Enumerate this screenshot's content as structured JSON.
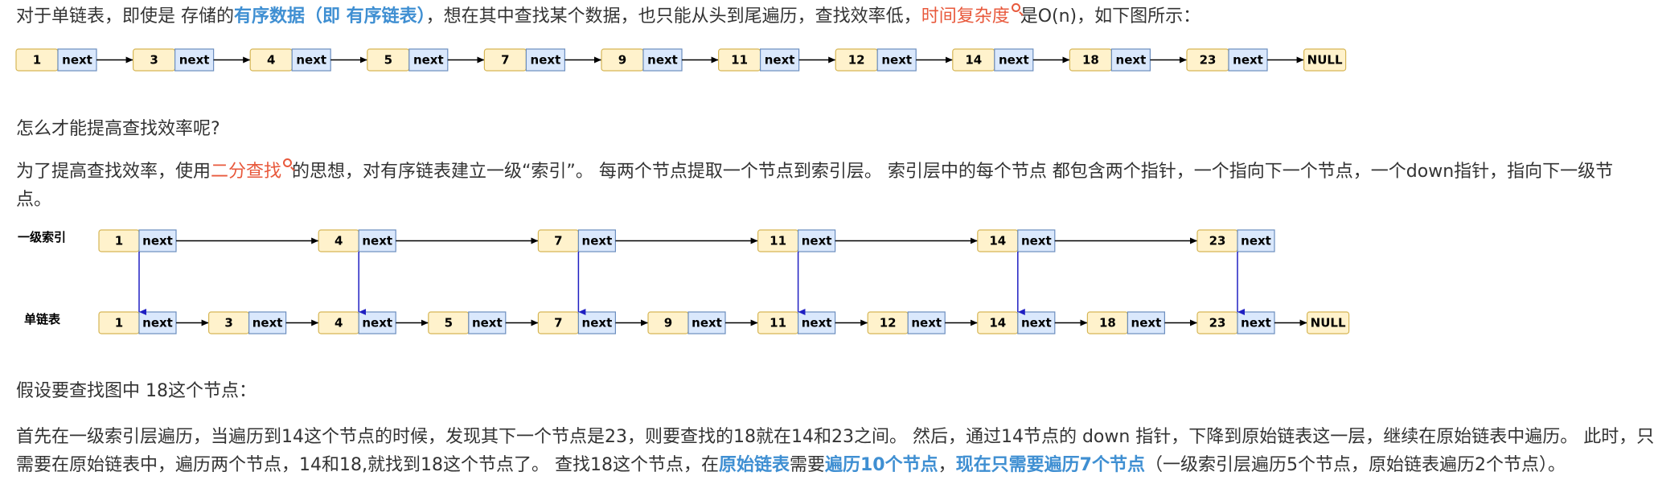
{
  "p1": {
    "pre": "对于单链表，即使是 存储的",
    "hl1": "有序数据（即 有序链表）",
    "mid": "，想在其中查找某个数据，也只能从头到尾遍历，查找效率低，",
    "hl2": "时间复杂度",
    "post": "是O(n)，如下图所示："
  },
  "q": "怎么才能提高查找效率呢?",
  "p2": {
    "pre": "为了提高查找效率，使用",
    "hl": "二分查找",
    "line1": "的思想，对有序链表建立一级“索引”。 每两个节点提取一个节点到索引层。 索引层中的每个节点 都包含两个指针，一个指向下一个节点，一个down指针，指向下一级节",
    "line2": "点。"
  },
  "diagram": {
    "top_list": [
      "1",
      "3",
      "4",
      "5",
      "7",
      "9",
      "11",
      "12",
      "14",
      "18",
      "23"
    ],
    "index_label": "一级索引",
    "index_nodes": [
      "1",
      "4",
      "7",
      "11",
      "14",
      "23"
    ],
    "base_label": "单链表",
    "base_nodes": [
      "1",
      "3",
      "4",
      "5",
      "7",
      "9",
      "11",
      "12",
      "14",
      "18",
      "23"
    ],
    "next_label": "next",
    "null_label": "NULL"
  },
  "p3": "假设要查找图中 18这个节点：",
  "p4": {
    "line1": "首先在一级索引层遍历，当遍历到14这个节点的时候，发现其下一个节点是23，则要查找的18就在14和23之间。 然后，通过14节点的 down 指针，下降到原始链表这一层，继续在原始链表中遍历。 此时，只",
    "line2a": "需要在原始链表中，遍历两个节点，14和18,就找到18这个节点了。    查找18这个节点，在",
    "hl1": "原始链表",
    "mid1": "需要",
    "hl2": "遍历10个节点",
    "mid2": "，",
    "hl3": "现在只需要遍历7个节点",
    "post": "（一级索引层遍历5个节点，原始链表遍历2个节点）。"
  }
}
